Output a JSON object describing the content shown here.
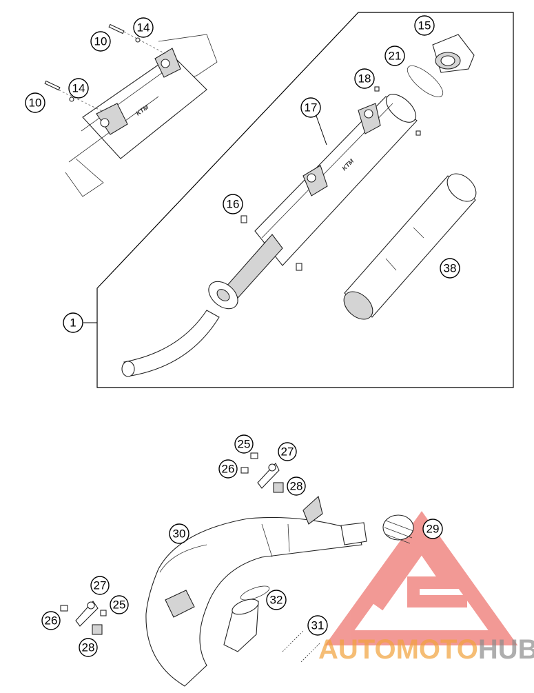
{
  "callouts": {
    "c10a": "10",
    "c14a": "14",
    "c10b": "10",
    "c14b": "14",
    "c15": "15",
    "c21": "21",
    "c18": "18",
    "c17": "17",
    "c16": "16",
    "c38": "38",
    "c1": "1",
    "c25a": "25",
    "c27a": "27",
    "c26a": "26",
    "c28a": "28",
    "c30": "30",
    "c29": "29",
    "c27b": "27",
    "c25b": "25",
    "c26b": "26",
    "c32": "32",
    "c31": "31",
    "c28b": "28"
  },
  "watermark": {
    "brand_auto": "AUTO",
    "brand_moto": "MOTO",
    "brand_hub": "HUB",
    "color_red": "#e8473f",
    "color_orange": "#f2a23c",
    "color_gray": "#8c8c8c"
  }
}
